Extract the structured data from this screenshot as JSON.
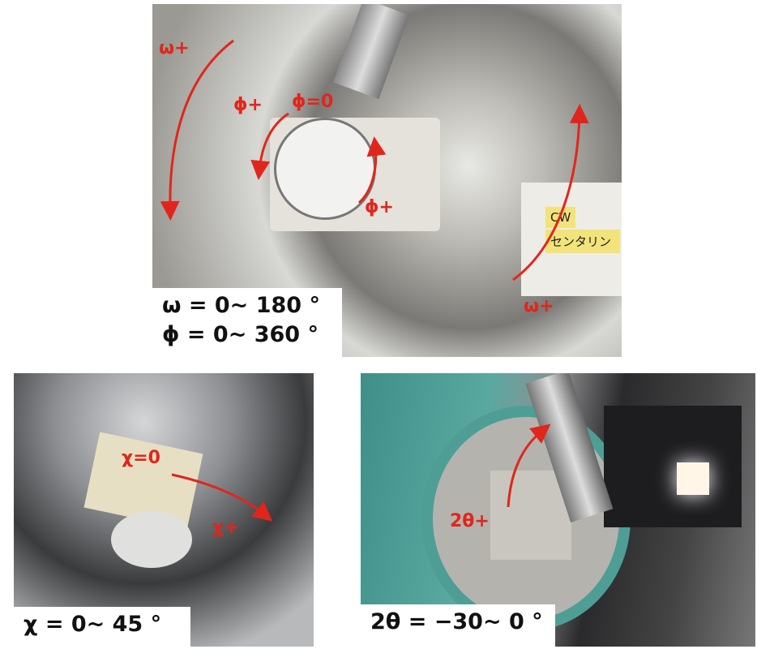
{
  "top_panel": {
    "label_omega": "ω = 0~ 180 °",
    "label_phi": "ϕ = 0~ 360 °",
    "annotations": {
      "omega_plus_left": "ω+",
      "phi_plus_top": "ϕ+",
      "phi_zero": "ϕ=0",
      "phi_plus_bottom": "ϕ+",
      "omega_plus_right": "ω+"
    },
    "sticker_cw": "CW",
    "sticker_text": "センタリン"
  },
  "bottom_left_panel": {
    "label": "χ = 0~ 45 °",
    "annotations": {
      "chi_zero": "χ=0",
      "chi_plus": "χ+"
    }
  },
  "bottom_right_panel": {
    "label": "2θ = −30~ 0 °",
    "annotations": {
      "two_theta_plus": "2θ+"
    }
  },
  "colors": {
    "annotation": "#e0261c"
  }
}
